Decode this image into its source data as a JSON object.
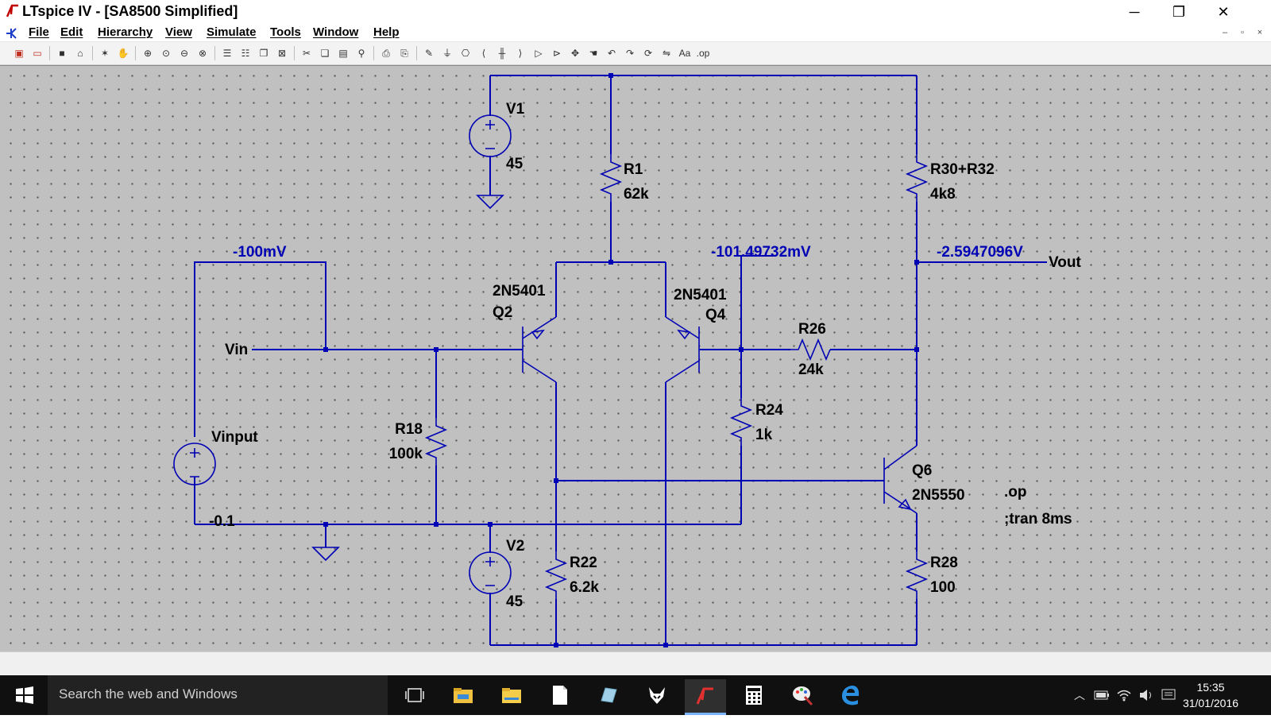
{
  "window": {
    "title": "LTspice IV - [SA8500 Simplified]",
    "minimize_label": "─",
    "restore_label": "❐",
    "close_label": "✕"
  },
  "menu": {
    "items": [
      "File",
      "Edit",
      "Hierarchy",
      "View",
      "Simulate",
      "Tools",
      "Window",
      "Help"
    ],
    "mdi_minimize": "–",
    "mdi_restore": "▫",
    "mdi_close": "×"
  },
  "toolbar": {
    "buttons": [
      "new-schematic-icon",
      "open-icon",
      "save-icon",
      "control-panel-icon",
      "run-icon",
      "halt-icon",
      "zoom-in-icon",
      "pan-icon",
      "zoom-out-icon",
      "zoom-fit-icon",
      "tile-horizontal-icon",
      "tile-vertical-icon",
      "cascade-icon",
      "close-window-icon",
      "cut-icon",
      "copy-icon",
      "paste-icon",
      "find-icon",
      "print-setup-icon",
      "print-icon",
      "draw-wire-icon",
      "ground-icon",
      "label-net-icon",
      "resistor-icon",
      "capacitor-icon",
      "inductor-icon",
      "diode-icon",
      "component-icon",
      "move-icon",
      "drag-icon",
      "undo-icon",
      "redo-icon",
      "rotate-icon",
      "mirror-icon",
      "text-icon",
      "spice-directive-icon"
    ]
  },
  "schematic": {
    "components": {
      "V1": {
        "name": "V1",
        "value": "45"
      },
      "V2": {
        "name": "V2",
        "value": "45"
      },
      "Vinput": {
        "name": "Vinput",
        "value": "-0.1"
      },
      "R1": {
        "name": "R1",
        "value": "62k"
      },
      "R30": {
        "name": "R30+R32",
        "value": "4k8"
      },
      "R18": {
        "name": "R18",
        "value": "100k"
      },
      "R22": {
        "name": "R22",
        "value": "6.2k"
      },
      "R24": {
        "name": "R24",
        "value": "1k"
      },
      "R26": {
        "name": "R26",
        "value": "24k"
      },
      "R28": {
        "name": "R28",
        "value": "100"
      },
      "Q2": {
        "name": "Q2",
        "model": "2N5401"
      },
      "Q4": {
        "name": "Q4",
        "model": "2N5401"
      },
      "Q6": {
        "name": "Q6",
        "model": "2N5550"
      }
    },
    "net_labels": {
      "vin": "Vin",
      "vout": "Vout"
    },
    "voltages": {
      "input": "-100mV",
      "feedback": "-101.49732mV",
      "output": "-2.5947096V"
    },
    "directives": {
      "op": ".op",
      "tran": ";tran 8ms"
    },
    "colors": {
      "wire": "#0000b4",
      "component": "#000000",
      "voltage_label": "#0000b4",
      "canvas": "#c0c0c0"
    }
  },
  "taskbar": {
    "search_placeholder": "Search the web and Windows",
    "apps": [
      "task-view-icon",
      "file-explorer-icon",
      "folder-icon",
      "document-icon",
      "app-icon",
      "fox-app-icon",
      "ltspice-icon",
      "calculator-icon",
      "paint-icon",
      "edge-icon"
    ],
    "time": "15:35",
    "date": "31/01/2016"
  }
}
